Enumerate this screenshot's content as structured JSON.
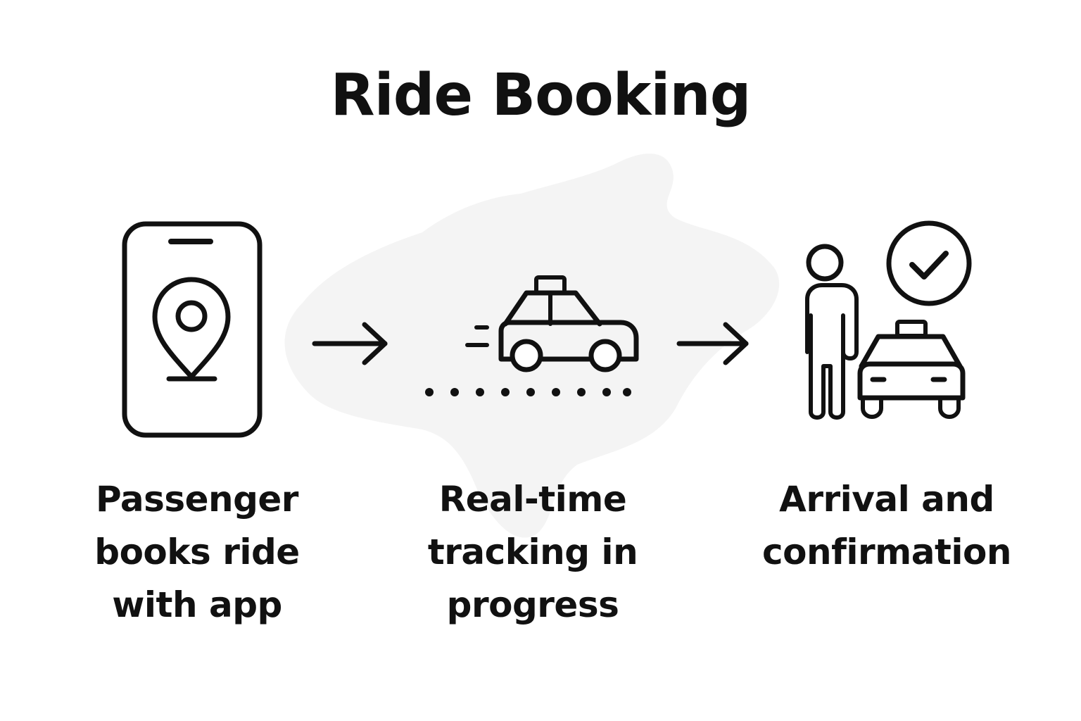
{
  "diagram": {
    "title": "Ride Booking",
    "steps": [
      {
        "label": "Passenger\nbooks ride\nwith app",
        "icon": "phone-location-icon"
      },
      {
        "label": "Real-time\ntracking in\nprogress",
        "icon": "moving-taxi-icon"
      },
      {
        "label": "Arrival and\nconfirmation",
        "icon": "passenger-taxi-check-icon"
      }
    ],
    "connector_icon": "arrow-right-icon",
    "colors": {
      "ink": "#111111",
      "background": "#ffffff",
      "watermark": "#f3f3f3"
    }
  }
}
